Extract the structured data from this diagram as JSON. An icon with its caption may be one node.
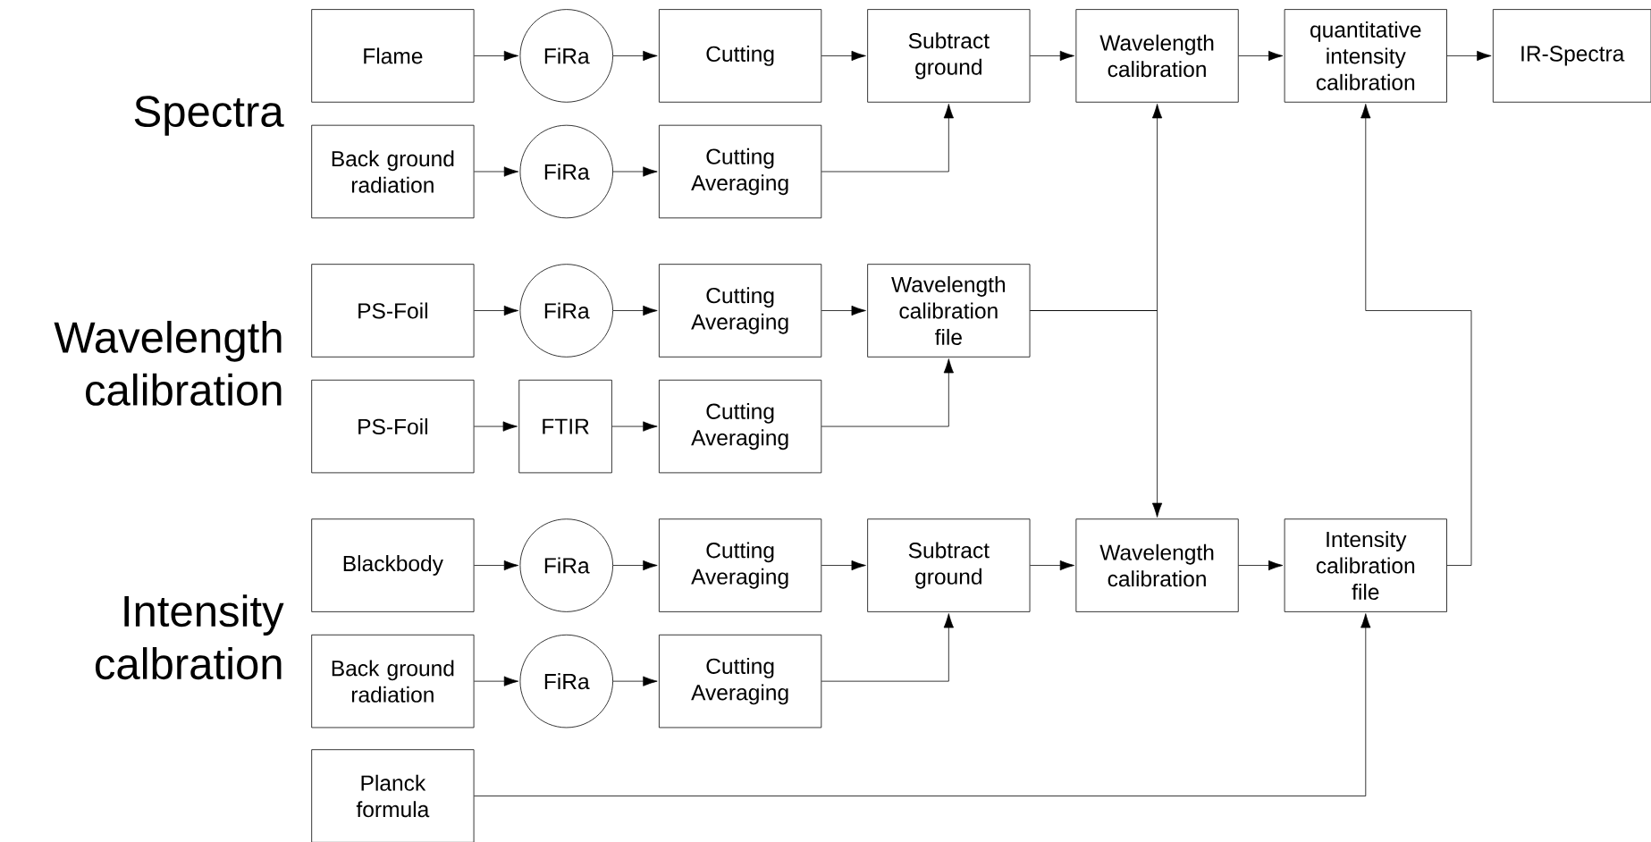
{
  "diagram": {
    "nodes": [
      {
        "text": [
          "Flame"
        ]
      },
      {
        "text": [
          "FiRa"
        ]
      },
      {
        "text": [
          "Cutting"
        ]
      },
      {
        "text": [
          "Subtract ground"
        ]
      },
      {
        "text": [
          "Wavelength calibration"
        ]
      },
      {
        "text": [
          "quantitative intensity calibration"
        ]
      },
      {
        "text": [
          "IR-Spectra"
        ]
      },
      {
        "text": [
          "Back ground radiation"
        ]
      },
      {
        "text": [
          "FiRa"
        ]
      },
      {
        "text": [
          "Cutting Averaging"
        ]
      },
      {
        "text": [
          "PS-Foil"
        ]
      },
      {
        "text": [
          "FiRa"
        ]
      },
      {
        "text": [
          "Cutting Averaging"
        ]
      },
      {
        "text": [
          "Wavelength calibration file"
        ]
      },
      {
        "text": [
          "PS-Foil"
        ]
      },
      {
        "text": [
          "FTIR"
        ]
      },
      {
        "text": [
          "Cutting Averaging"
        ]
      },
      {
        "text": [
          "Blackbody"
        ]
      },
      {
        "text": [
          "FiRa"
        ]
      },
      {
        "text": [
          "Cutting Averaging"
        ]
      },
      {
        "text": [
          "Subtract ground"
        ]
      },
      {
        "text": [
          "Wavelength calibration"
        ]
      },
      {
        "text": [
          "Intensity calibration file"
        ]
      },
      {
        "text": [
          "Back ground radiation"
        ]
      },
      {
        "text": [
          "FiRa"
        ]
      },
      {
        "text": [
          "Cutting Averaging"
        ]
      },
      {
        "text": [
          "Planck formula"
        ]
      }
    ],
    "edges": [
      {
        "from": 0,
        "to": 1,
        "arrow": "to"
      },
      {
        "from": 1,
        "to": 2,
        "arrow": "to"
      },
      {
        "from": 2,
        "to": 3,
        "arrow": "to"
      },
      {
        "from": 3,
        "to": 4,
        "arrow": "to"
      },
      {
        "from": 4,
        "to": 5,
        "arrow": "to"
      },
      {
        "from": 5,
        "to": 6,
        "arrow": "to"
      },
      {
        "from": 7,
        "to": 8,
        "arrow": "to"
      },
      {
        "from": 8,
        "to": 9,
        "arrow": "to"
      },
      {
        "from": 9,
        "to": 3,
        "arrow": "to"
      },
      {
        "from": 10,
        "to": 11,
        "arrow": "to"
      },
      {
        "from": 11,
        "to": 12,
        "arrow": "to"
      },
      {
        "from": 12,
        "to": 13,
        "arrow": "to"
      },
      {
        "from": 13,
        "to": 4,
        "arrow": "to"
      },
      {
        "from": 13,
        "to": 21,
        "arrow": "to"
      },
      {
        "from": 14,
        "to": 15,
        "arrow": "to"
      },
      {
        "from": 15,
        "to": 16,
        "arrow": "to"
      },
      {
        "from": 16,
        "to": 13,
        "arrow": "to"
      },
      {
        "from": 17,
        "to": 18,
        "arrow": "to"
      },
      {
        "from": 18,
        "to": 19,
        "arrow": "to"
      },
      {
        "from": 19,
        "to": 20,
        "arrow": "to"
      },
      {
        "from": 20,
        "to": 21,
        "arrow": "to"
      },
      {
        "from": 21,
        "to": 22,
        "arrow": "to"
      },
      {
        "from": 23,
        "to": 24,
        "arrow": "to"
      },
      {
        "from": 24,
        "to": 25,
        "arrow": "to"
      },
      {
        "from": 25,
        "to": 20,
        "arrow": "to"
      },
      {
        "from": 22,
        "to": 5,
        "arrow": "to"
      },
      {
        "from": 26,
        "to": 22,
        "arrow": "to"
      }
    ],
    "labels": [
      "Spectra",
      "Wavelength calibration",
      "Intensity calbration"
    ]
  }
}
